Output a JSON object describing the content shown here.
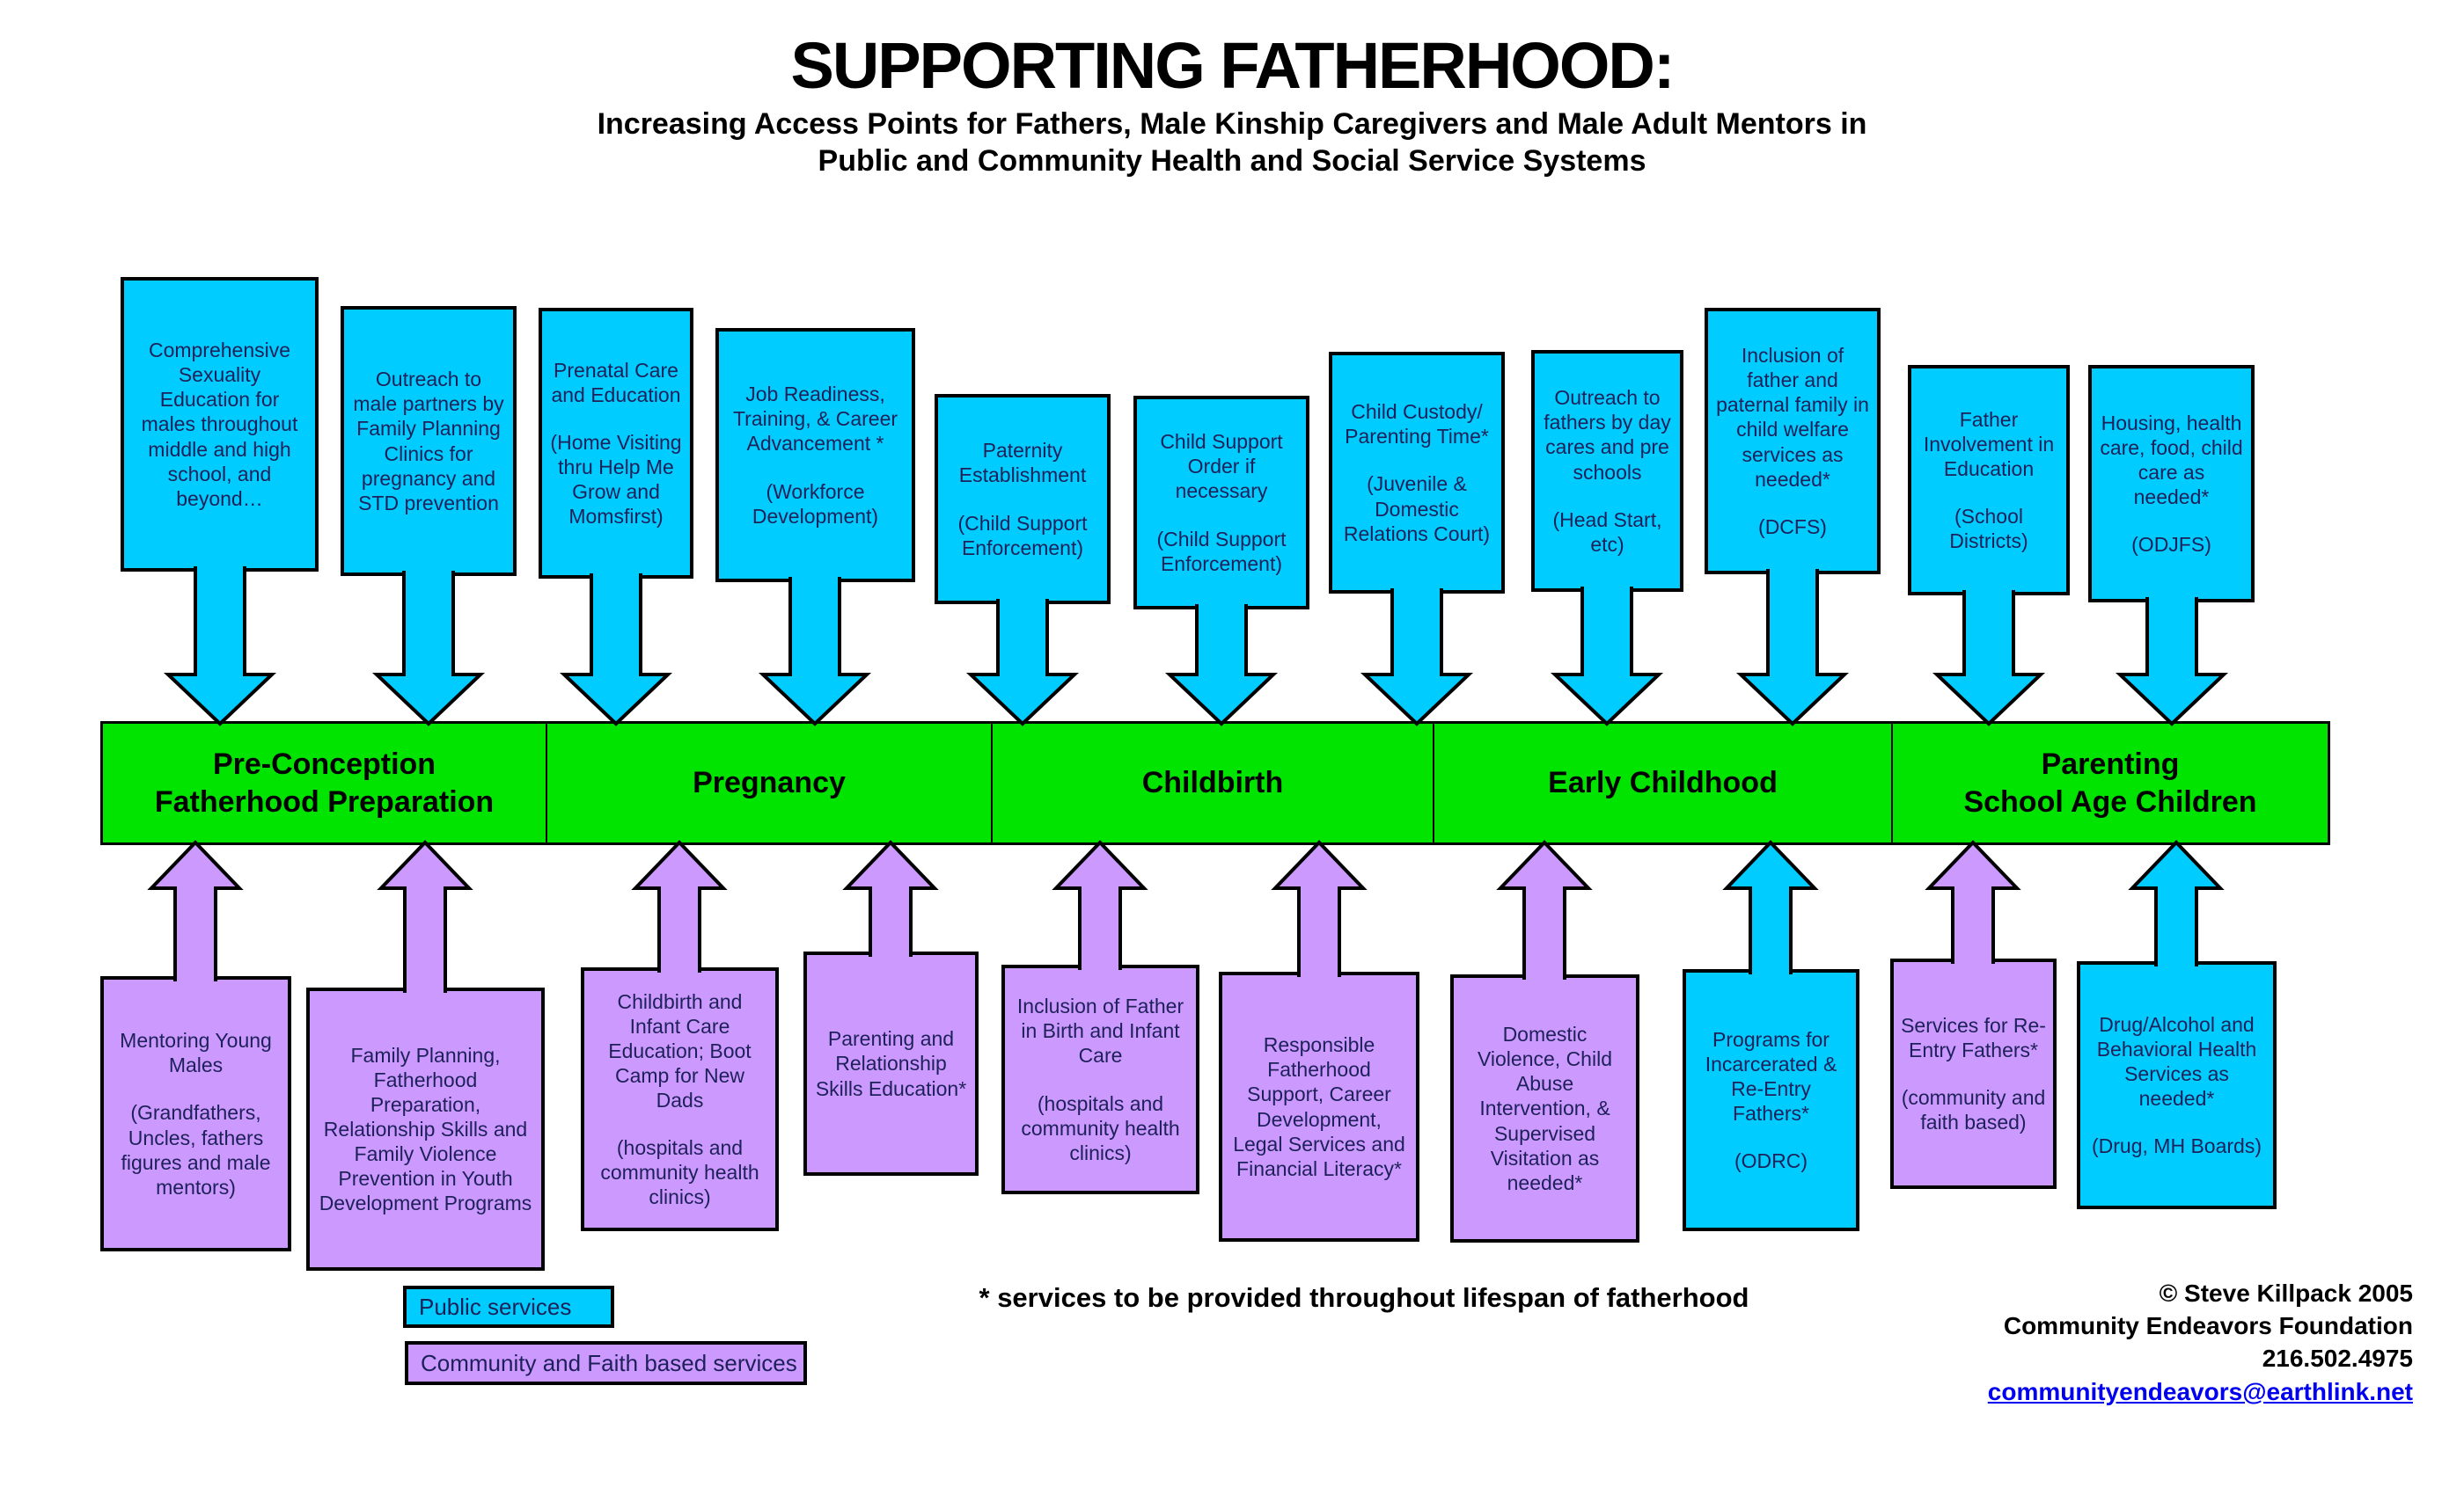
{
  "title": "SUPPORTING FATHERHOOD:",
  "subtitle_line1": "Increasing Access Points for Fathers, Male Kinship Caregivers and Male Adult Mentors in",
  "subtitle_line2": "Public and Community Health and Social Service Systems",
  "colors": {
    "public": "#00CCFF",
    "community": "#CC99FF",
    "timeline": "#00E400",
    "link": "#0000EE"
  },
  "timeline": {
    "stages": [
      {
        "line1": "Pre-Conception",
        "line2": "Fatherhood Preparation"
      },
      {
        "line1": "Pregnancy",
        "line2": ""
      },
      {
        "line1": "Childbirth",
        "line2": ""
      },
      {
        "line1": "Early Childhood",
        "line2": ""
      },
      {
        "line1": "Parenting",
        "line2": "School Age Children"
      }
    ]
  },
  "top_boxes": [
    {
      "service": "Comprehensive Sexuality Education for males throughout middle and high school, and beyond…",
      "org": ""
    },
    {
      "service": "Outreach to male partners by Family Planning Clinics for pregnancy and STD prevention",
      "org": ""
    },
    {
      "service": "Prenatal Care and Education",
      "org": "(Home Visiting thru Help Me Grow and Momsfirst)"
    },
    {
      "service": "Job Readiness, Training, & Career Advancement *",
      "org": "(Workforce Development)"
    },
    {
      "service": "Paternity Establishment",
      "org": "(Child Support Enforcement)"
    },
    {
      "service": "Child Support Order if necessary",
      "org": "(Child Support Enforcement)"
    },
    {
      "service": "Child Custody/ Parenting Time*",
      "org": "(Juvenile & Domestic Relations Court)"
    },
    {
      "service": "Outreach to fathers by day cares and pre schools",
      "org": "(Head Start, etc)"
    },
    {
      "service": "Inclusion of father and paternal family in child welfare services as needed*",
      "org": "(DCFS)"
    },
    {
      "service": "Father Involvement in Education",
      "org": "(School Districts)"
    },
    {
      "service": "Housing, health care, food, child care as needed*",
      "org": "(ODJFS)"
    }
  ],
  "bottom_boxes": [
    {
      "service": "Mentoring Young Males",
      "org": "(Grandfathers, Uncles, fathers figures and male mentors)"
    },
    {
      "service": "Family Planning, Fatherhood Preparation, Relationship Skills and Family Violence Prevention in Youth Development Programs",
      "org": ""
    },
    {
      "service": "Childbirth and Infant Care Education; Boot Camp for New Dads",
      "org": "(hospitals and community health clinics)"
    },
    {
      "service": "Parenting and Relationship Skills Education*",
      "org": ""
    },
    {
      "service": "Inclusion of Father in Birth and Infant Care",
      "org": "(hospitals and community health clinics)"
    },
    {
      "service": "Responsible Fatherhood Support, Career Development, Legal Services and Financial Literacy*",
      "org": ""
    },
    {
      "service": "Domestic Violence, Child Abuse Intervention, & Supervised Visitation as needed*",
      "org": ""
    },
    {
      "service": "Programs for Incarcerated & Re-Entry Fathers*",
      "org": "(ODRC)"
    },
    {
      "service": "Services for Re-Entry Fathers*",
      "org": "(community and faith based)"
    },
    {
      "service": "Drug/Alcohol and Behavioral Health Services as needed*",
      "org": "(Drug, MH Boards)"
    }
  ],
  "legend": [
    {
      "label": "Public services"
    },
    {
      "label": "Community and Faith based services"
    }
  ],
  "footnote": "* services to be provided throughout lifespan of fatherhood",
  "credits": {
    "line1": "© Steve Killpack 2005",
    "line2": "Community Endeavors Foundation",
    "line3": "216.502.4975",
    "email": "communityendeavors@earthlink.net"
  }
}
